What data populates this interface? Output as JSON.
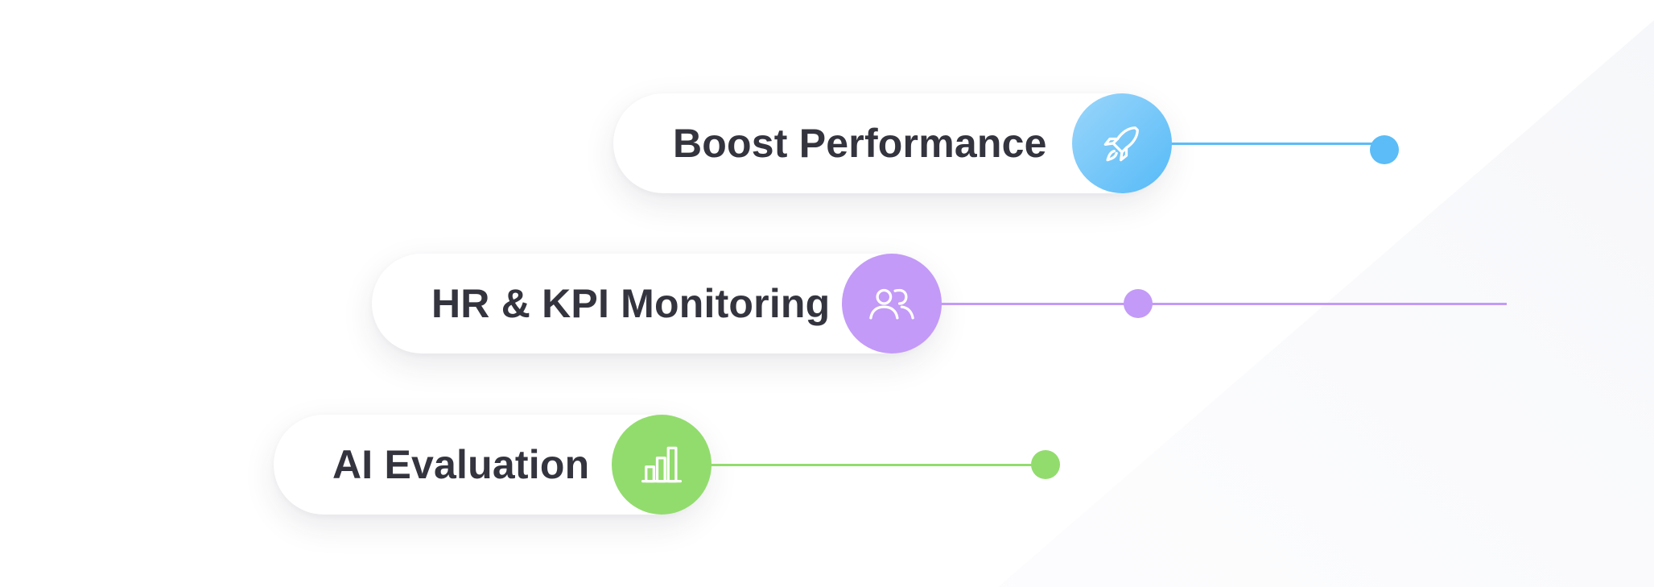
{
  "items": [
    {
      "label": "Boost Performance",
      "icon": "rocket-icon",
      "color": "#5bbcf7",
      "color_light": "#8fd2fb"
    },
    {
      "label": "HR & KPI Monitoring",
      "icon": "users-icon",
      "color": "#c39af7",
      "color_light": "#c39af7"
    },
    {
      "label": "AI Evaluation",
      "icon": "bar-chart-icon",
      "color": "#92dc6d",
      "color_light": "#92dc6d"
    }
  ]
}
